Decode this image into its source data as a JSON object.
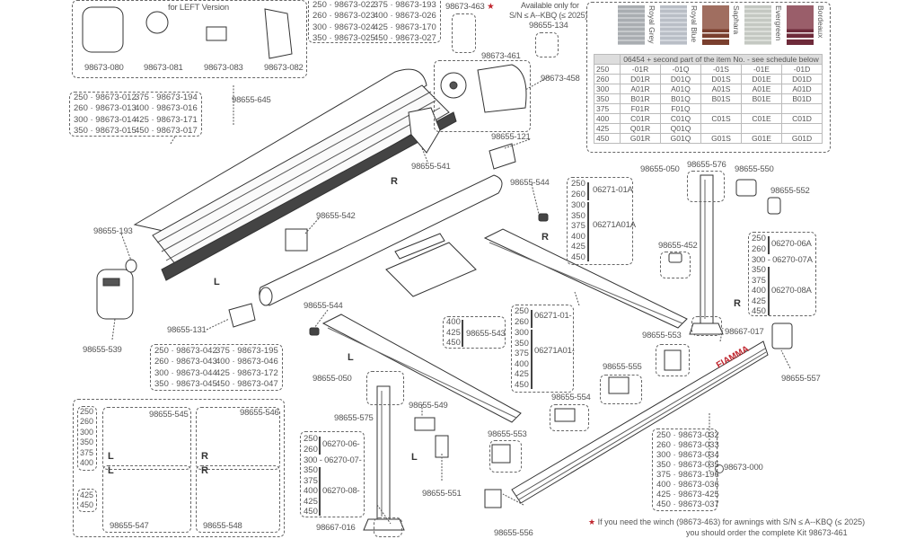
{
  "diagram": {
    "type": "exploded parts diagram",
    "subject": "awning spare parts"
  },
  "left_version_box": {
    "title": "for LEFT Version",
    "parts": [
      "98673-080",
      "98673-081",
      "98673-083",
      "98673-082"
    ],
    "ref": "98655-645"
  },
  "front_bar_table": {
    "rows": [
      {
        "a": "250 · 98673-012",
        "b": "375 · 98673-194"
      },
      {
        "a": "260 · 98673-013",
        "b": "400 · 98673-016"
      },
      {
        "a": "300 · 98673-014",
        "b": "425 · 98673-171"
      },
      {
        "a": "350 · 98673-015",
        "b": "450 · 98673-017"
      }
    ]
  },
  "top_table": {
    "rows": [
      {
        "a": "250 · 98673-022",
        "b": "375 · 98673-193"
      },
      {
        "a": "260 · 98673-023",
        "b": "400 · 98673-026"
      },
      {
        "a": "300 · 98673-024",
        "b": "425 · 98673-170"
      },
      {
        "a": "350 · 98673-025",
        "b": "450 · 98673-027"
      }
    ]
  },
  "winch": {
    "label": "98673-463",
    "star": "★"
  },
  "availability": {
    "line1": "Available only for",
    "line2": "S/N ≤ A--KBQ (≤ 2025)",
    "part": "98655-134"
  },
  "kit": {
    "label": "98673-461",
    "side": "98673-458"
  },
  "fabrics": {
    "swatches": [
      {
        "name": "Royal Grey",
        "color": "#a9adb1"
      },
      {
        "name": "Royal Blue",
        "color": "#b9bec6"
      },
      {
        "name": "Saphara",
        "color": "#8a5648"
      },
      {
        "name": "Evergreen",
        "color": "#c4c8c2"
      },
      {
        "name": "Bordeaux",
        "color": "#8a4a58"
      }
    ],
    "header": "06454 + second part of the item No. - see schedule below",
    "rows": [
      {
        "size": "250",
        "cols": [
          "-01R",
          "-01Q",
          "-01S",
          "-01E",
          "-01D"
        ]
      },
      {
        "size": "260",
        "cols": [
          "D01R",
          "D01Q",
          "D01S",
          "D01E",
          "D01D"
        ]
      },
      {
        "size": "300",
        "cols": [
          "A01R",
          "A01Q",
          "A01S",
          "A01E",
          "A01D"
        ]
      },
      {
        "size": "350",
        "cols": [
          "B01R",
          "B01Q",
          "B01S",
          "B01E",
          "B01D"
        ]
      },
      {
        "size": "375",
        "cols": [
          "F01R",
          "F01Q",
          "",
          "",
          ""
        ]
      },
      {
        "size": "400",
        "cols": [
          "C01R",
          "C01Q",
          "C01S",
          "C01E",
          "C01D"
        ]
      },
      {
        "size": "425",
        "cols": [
          "Q01R",
          "Q01Q",
          "",
          "",
          ""
        ]
      },
      {
        "size": "450",
        "cols": [
          "G01R",
          "G01Q",
          "G01S",
          "G01E",
          "G01D"
        ]
      }
    ]
  },
  "part_labels": {
    "p541": "98655-541",
    "p121": "98655-121",
    "p544a": "98655-544",
    "p542": "98655-542",
    "p193": "98655-193",
    "p539": "98655-539",
    "p131": "98655-131",
    "p544b": "98655-544",
    "p543": "98655-543",
    "p050a": "98655-050",
    "p576": "98655-576",
    "p550": "98655-550",
    "p552": "98655-552",
    "p452": "98655-452",
    "p017": "98667-017",
    "p553a": "98655-553",
    "p555": "98655-555",
    "p557": "98655-557",
    "p554": "98655-554",
    "p050b": "98655-050",
    "p575": "98655-575",
    "p549": "98655-549",
    "p553b": "98655-553",
    "p551": "98655-551",
    "p556": "98655-556",
    "p016": "98667-016",
    "p000": "98673-000"
  },
  "side_letters": {
    "L": "L",
    "R": "R"
  },
  "roller_table": {
    "rows": [
      {
        "a": "250 · 98673-042",
        "b": "375 · 98673-195"
      },
      {
        "a": "260 · 98673-043",
        "b": "400 · 98673-046"
      },
      {
        "a": "300 · 98673-044",
        "b": "425 · 98673-172"
      },
      {
        "a": "350 · 98673-045",
        "b": "450 · 98673-047"
      }
    ]
  },
  "arm_r_table": {
    "group1": {
      "sizes": [
        "250",
        "260"
      ],
      "part": "06271-01A"
    },
    "group2": {
      "sizes": [
        "300",
        "350",
        "375",
        "400",
        "425",
        "450"
      ],
      "part": "06271A01A"
    }
  },
  "arm_l_table": {
    "group1": {
      "sizes": [
        "250",
        "260"
      ],
      "part": "06271-01-"
    },
    "group2": {
      "sizes": [
        "300",
        "350",
        "375",
        "400",
        "425",
        "450"
      ],
      "part": "06271A01-"
    }
  },
  "p543_table": {
    "sizes": [
      "400",
      "425",
      "450"
    ],
    "part": "98655-543"
  },
  "leg_r_table": {
    "group1": {
      "sizes": [
        "250",
        "260"
      ],
      "part": "06270-06A"
    },
    "single": "300 - 06270-07A",
    "group2": {
      "sizes": [
        "350",
        "375",
        "400",
        "425",
        "450"
      ],
      "part": "06270-08A"
    }
  },
  "leg_l_table": {
    "group1": {
      "sizes": [
        "250",
        "260"
      ],
      "part": "06270-06-"
    },
    "single": "300 - 06270-07-",
    "group2": {
      "sizes": [
        "350",
        "375",
        "400",
        "425",
        "450"
      ],
      "part": "06270-08-"
    }
  },
  "bracket_box": {
    "sizes_small": [
      "250",
      "260",
      "300",
      "350",
      "375",
      "400"
    ],
    "sizes_large": [
      "425",
      "450"
    ],
    "items": [
      {
        "part": "98655-545",
        "side": "L"
      },
      {
        "part": "98655-546",
        "side": "R"
      },
      {
        "part": "98655-547",
        "side": "L"
      },
      {
        "part": "98655-548",
        "side": "R"
      }
    ]
  },
  "front_profile_table": {
    "rows": [
      "250 · 98673-032",
      "260 · 98673-033",
      "300 · 98673-034",
      "350 · 98673-035",
      "375 · 98673-196",
      "400 · 98673-036",
      "425 · 98673-425",
      "450 · 98673-037"
    ]
  },
  "brand_logo": "FIAMMA",
  "footnote": {
    "star": "★",
    "line1": "If you need the winch (98673-463) for awnings with S/N ≤ A--KBQ (≤ 2025)",
    "line2": "you should order the complete Kit 98673-461"
  },
  "colors": {
    "accent_red": "#c0262e",
    "line": "#333333"
  }
}
